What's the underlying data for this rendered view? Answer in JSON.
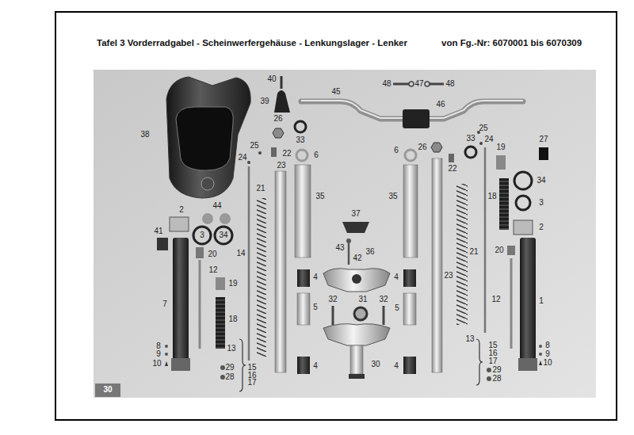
{
  "diagram": {
    "title": "Tafel 3 Vorderradgabel - Scheinwerfergehäuse - Lenkungslager - Lenker",
    "labels": [
      "von Fg.-Nr: 6070001 bis 6070309",
      "40",
      "48",
      "47",
      "48",
      "45",
      "39",
      "46",
      "26",
      "38",
      "25",
      "33",
      "6",
      "22",
      "24",
      "23",
      "6",
      "26",
      "33",
      "25",
      "24",
      "19",
      "27",
      "22",
      "21",
      "35",
      "35",
      "18",
      "34",
      "3",
      "2",
      "44",
      "37",
      "2",
      "41",
      "3",
      "34",
      "43",
      "14",
      "36",
      "20",
      "21",
      "20",
      "42",
      "12",
      "4",
      "4",
      "23",
      "19",
      "32",
      "31",
      "32",
      "12",
      "1",
      "7",
      "5",
      "5",
      "18",
      "13",
      "8",
      "15",
      "8",
      "13",
      "9",
      "16",
      "9",
      "17",
      "10",
      "10",
      "30",
      "4",
      "4",
      "15",
      "29",
      "29",
      "16",
      "28",
      "28",
      "17",
      "30"
    ]
  }
}
